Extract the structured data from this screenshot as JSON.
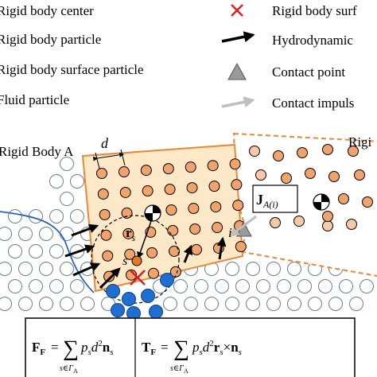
{
  "legend": {
    "left": [
      {
        "icon": "rigid-body-center-icon",
        "label": "Rigid body center"
      },
      {
        "icon": "rigid-body-particle-icon",
        "label": "Rigid body particle"
      },
      {
        "icon": "rigid-body-surface-particle-icon",
        "label": "Rigid body surface particle"
      },
      {
        "icon": "fluid-particle-icon",
        "label": "Fluid particle"
      }
    ],
    "right": [
      {
        "icon": "rigid-body-surface-center-cross-icon",
        "label": "Rigid body surf"
      },
      {
        "icon": "hydrodynamic-arrow-icon",
        "label": "Hydrodynamic"
      },
      {
        "icon": "contact-point-triangle-icon",
        "label": "Contact point"
      },
      {
        "icon": "contact-impulse-arrow-icon",
        "label": "Contact impuls"
      }
    ]
  },
  "labels": {
    "body_a": "Rigid Body A",
    "body_b": "Rigi",
    "spacing": "d",
    "r_vec": "r",
    "r_sub": "s",
    "s_point": "s",
    "i_point": "i",
    "impulse_main": "J",
    "impulse_sub": "A(i)"
  },
  "equations": {
    "force_lhs_main": "F",
    "force_lhs_sub": "F",
    "force_sum_sub": "s∈Γ",
    "force_sum_subsub": "A",
    "force_rhs": "p",
    "force_rhs_sub": "s",
    "force_rhs_tail": "d",
    "force_n": "n",
    "torque_lhs_main": "T",
    "torque_lhs_sub": "F",
    "torque_sum_sub": "s∈Γ",
    "torque_sum_subsub": "A",
    "torque_rhs": "p",
    "torque_rhs_sub": "s",
    "torque_rhs_d": "d",
    "torque_r": "r",
    "torque_cross": "×",
    "torque_n": "n"
  },
  "colors": {
    "rigid_body_fill": "#fde9c8",
    "rigid_body_border": "#e8883a",
    "particle_orange": "#f0a36b",
    "surface_particle": "#f7c9a8",
    "fluid_particle_stroke": "#6a7f94",
    "fluid_blue": "#1f6fd1",
    "cross_red": "#d62020",
    "free_surface": "#2a63b8",
    "contact_triangle": "#9a9a9a",
    "impulse_arrow": "#bfbfbf",
    "small_orange": "#e87722"
  }
}
